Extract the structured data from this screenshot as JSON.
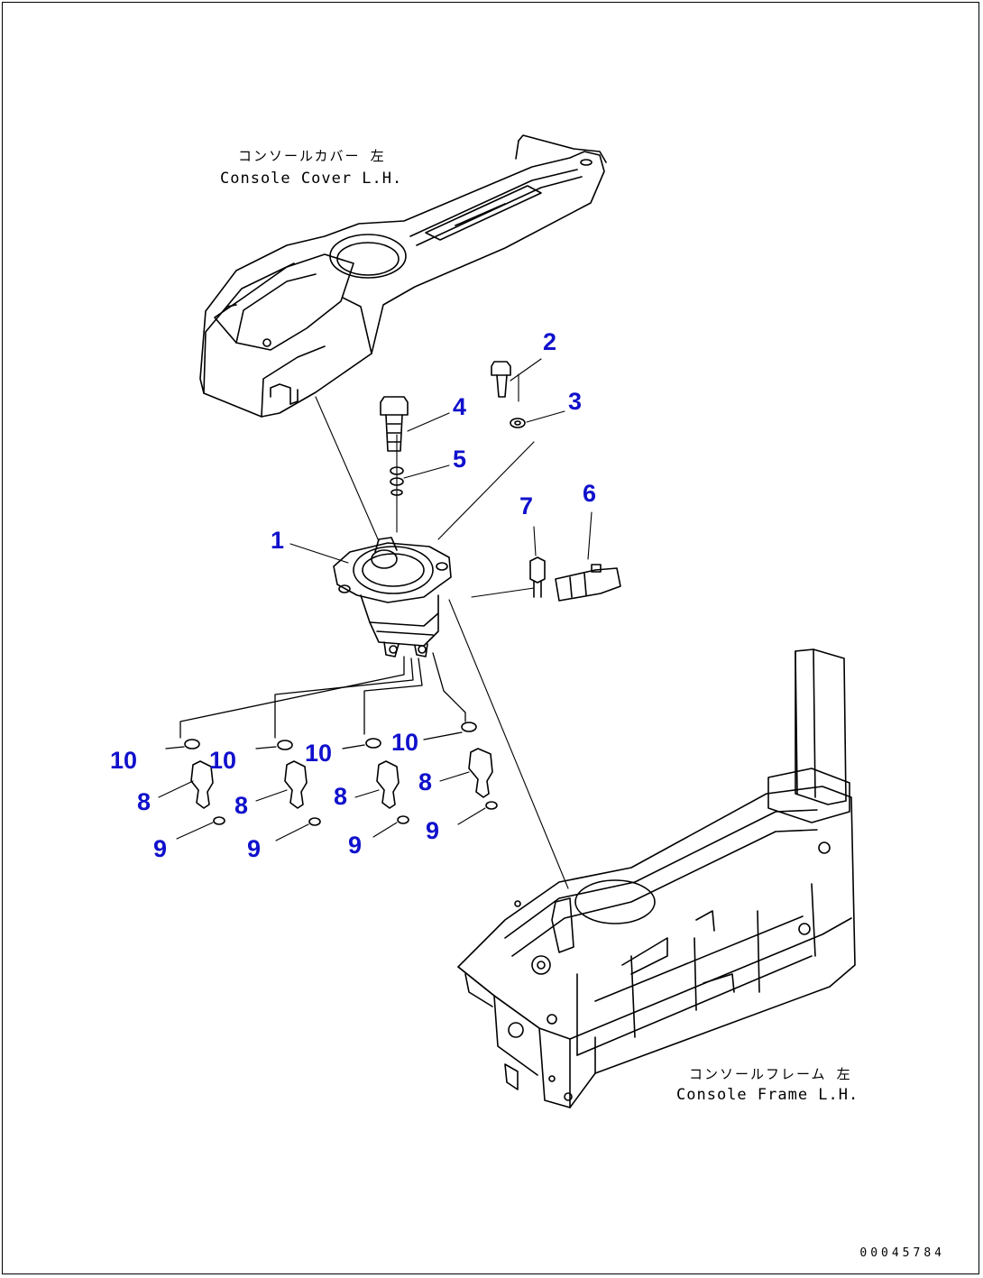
{
  "labels": {
    "console_cover_jp": "コンソールカバー 左",
    "console_cover_en": "Console Cover L.H.",
    "console_frame_jp": "コンソールフレーム 左",
    "console_frame_en": "Console Frame L.H."
  },
  "callouts": {
    "c1": "1",
    "c2": "2",
    "c3": "3",
    "c4": "4",
    "c5": "5",
    "c6": "6",
    "c7": "7",
    "c8a": "8",
    "c8b": "8",
    "c8c": "8",
    "c8d": "8",
    "c9a": "9",
    "c9b": "9",
    "c9c": "9",
    "c9d": "9",
    "c10a": "10",
    "c10b": "10",
    "c10c": "10",
    "c10d": "10"
  },
  "callout_color": "#1010cc",
  "document_number": "00045784"
}
